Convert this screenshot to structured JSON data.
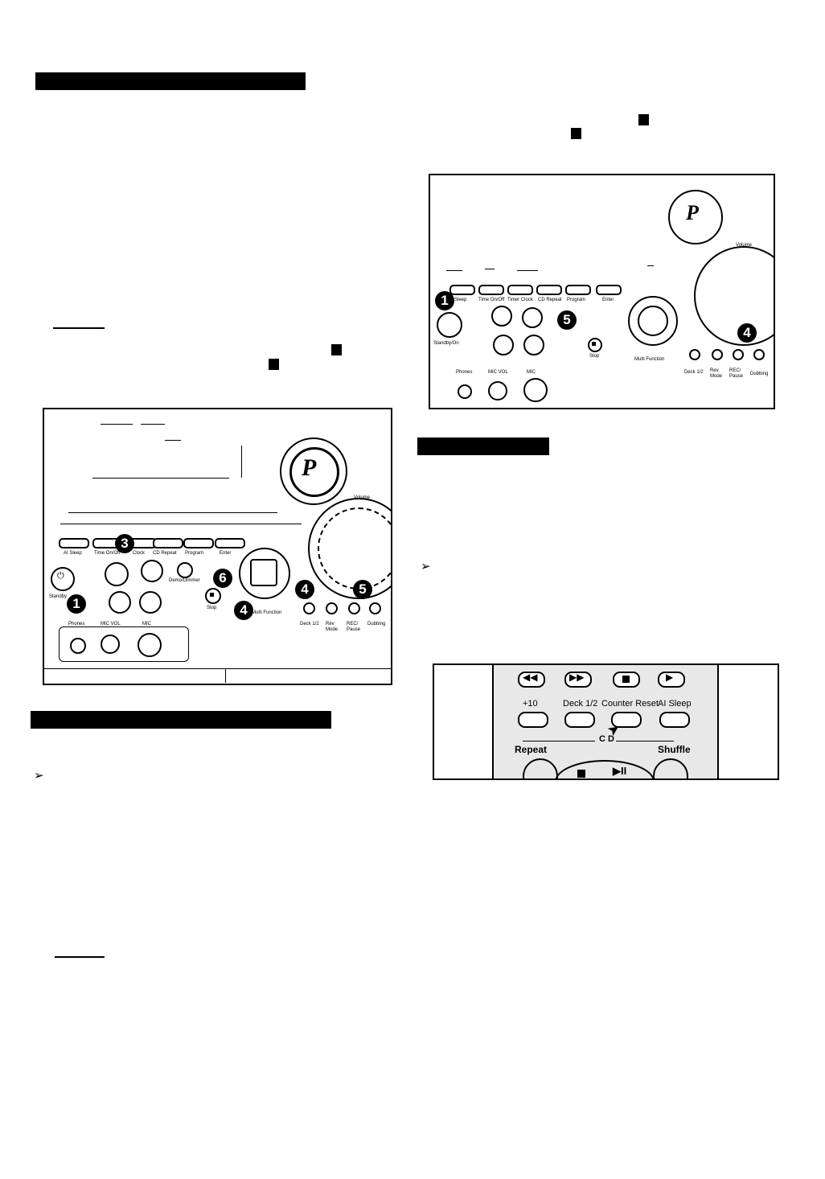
{
  "left_page": {
    "badges": {
      "standby": "1",
      "timer": "3",
      "stop": "6",
      "nav_right": "4",
      "nav_bottom": "4",
      "rec": "5"
    },
    "panel_labels": {
      "ai_sleep": "AI Sleep",
      "timer_onoff": "Time On/Off",
      "clock": "Clock",
      "cd_repeat": "CD Repeat",
      "program": "Program",
      "enter": "Enter",
      "standby": "Standby",
      "demo_dimmer": "Demo/Dimmer",
      "stop": "Stop",
      "multi_function": "Multi Function",
      "volume": "Volume",
      "deck": "Deck 1/2",
      "rev_mode": "Rev Mode",
      "rec_pause": "REC/ Pause",
      "dubbing": "Dubbing",
      "phones": "Phones",
      "mic_vol": "MIC VOL",
      "mic": "MIC"
    }
  },
  "right_page": {
    "badges": {
      "standby": "1",
      "stop": "5",
      "dubbing": "4"
    },
    "panel_labels": {
      "sleep": "Sleep",
      "timer_onoff": "Time On/Off",
      "timer_clock": "Timer Clock",
      "cd_repeat": "CD Repeat",
      "program": "Program",
      "enter": "Enter",
      "standby_on": "Standby/On",
      "stop": "Stop",
      "multi_function": "Multi Function",
      "volume": "Volume",
      "deck": "Deck 1/2",
      "rev_mode": "Rev. Mode",
      "rec_pause": "REC/ Pause",
      "dubbing": "Dubbing",
      "phones": "Phones",
      "mic_vol": "MIC VOL",
      "mic": "MIC"
    },
    "remote": {
      "plus10": "+10",
      "deck": "Deck 1/2",
      "counter_reset": "Counter Reset",
      "ai_sleep": "AI Sleep",
      "cd": "C D",
      "repeat": "Repeat",
      "shuffle": "Shuffle"
    }
  },
  "colors": {
    "ink": "#000000",
    "paper": "#ffffff",
    "panel_grey": "#e8e8e8"
  },
  "icons": [
    "stop-square-icon",
    "arrow-right-icon",
    "power-icon",
    "rewind-icon",
    "fast-forward-icon",
    "play-icon",
    "play-pause-icon"
  ]
}
